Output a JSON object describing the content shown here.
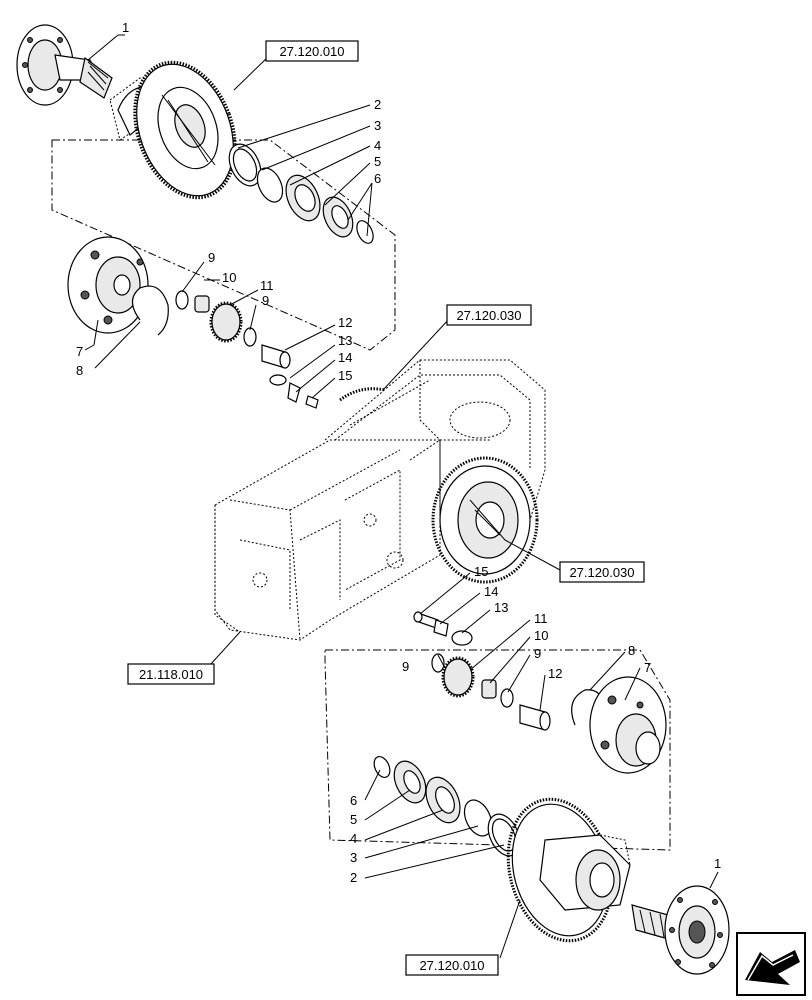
{
  "callouts": {
    "n1": "1",
    "n2": "2",
    "n3": "3",
    "n4": "4",
    "n5": "5",
    "n6": "6",
    "n7": "7",
    "n8": "8",
    "n9": "9",
    "n10": "10",
    "n11": "11",
    "n12": "12",
    "n13": "13",
    "n14": "14",
    "n15": "15"
  },
  "references": {
    "final_drive_housing": "27.120.010",
    "rear_axle_housing": "27.120.030",
    "transmission_case": "21.118.010"
  },
  "nav_icon": "arrow-icon"
}
